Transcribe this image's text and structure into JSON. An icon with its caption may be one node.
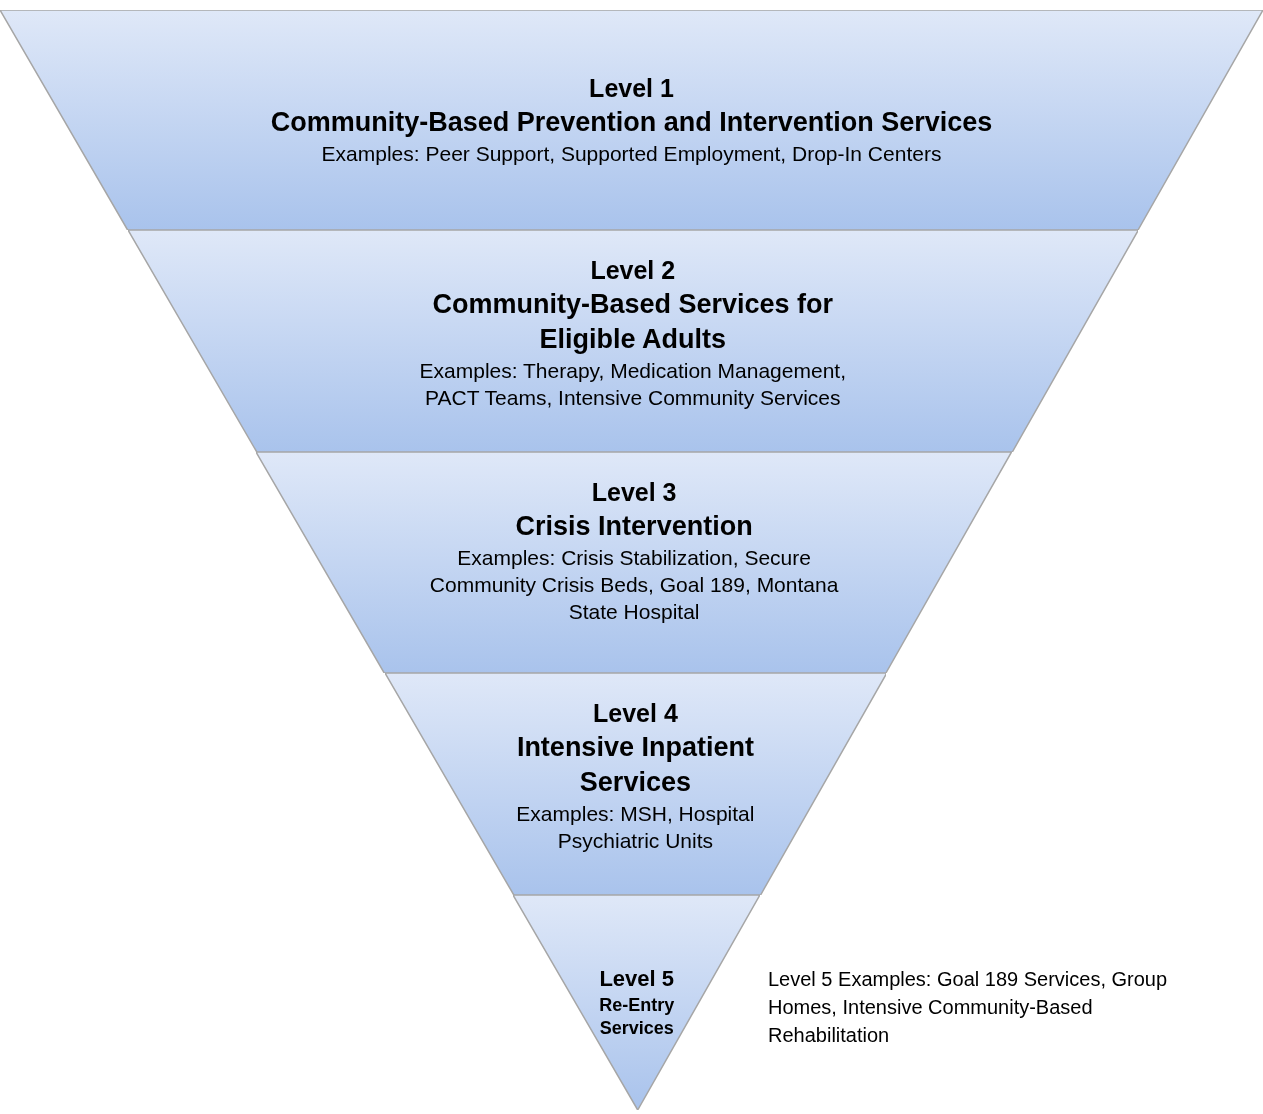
{
  "diagram": {
    "nodes": [
      {
        "text": [
          "Level 1",
          "Community-Based Prevention and Intervention Services",
          "Examples: Peer Support, Supported Employment, Drop-In Centers"
        ]
      },
      {
        "text": [
          "Level 2",
          "Community-Based Services for Eligible Adults",
          "Examples: Therapy, Medication Management, PACT Teams, Intensive Community Services"
        ]
      },
      {
        "text": [
          "Level 3",
          "Crisis Intervention",
          "Examples: Crisis Stabilization, Secure Community Crisis Beds, Goal 189, Montana State Hospital"
        ]
      },
      {
        "text": [
          "Level 4",
          "Intensive Inpatient Services",
          "Examples: MSH, Hospital Psychiatric Units"
        ]
      },
      {
        "text": [
          "Level 5",
          "Re-Entry Services"
        ],
        "beside": [
          "Level 5 Examples: Goal 189 Services, Group Homes, Intensive Community-Based Rehabilitation"
        ]
      }
    ],
    "edges": []
  }
}
